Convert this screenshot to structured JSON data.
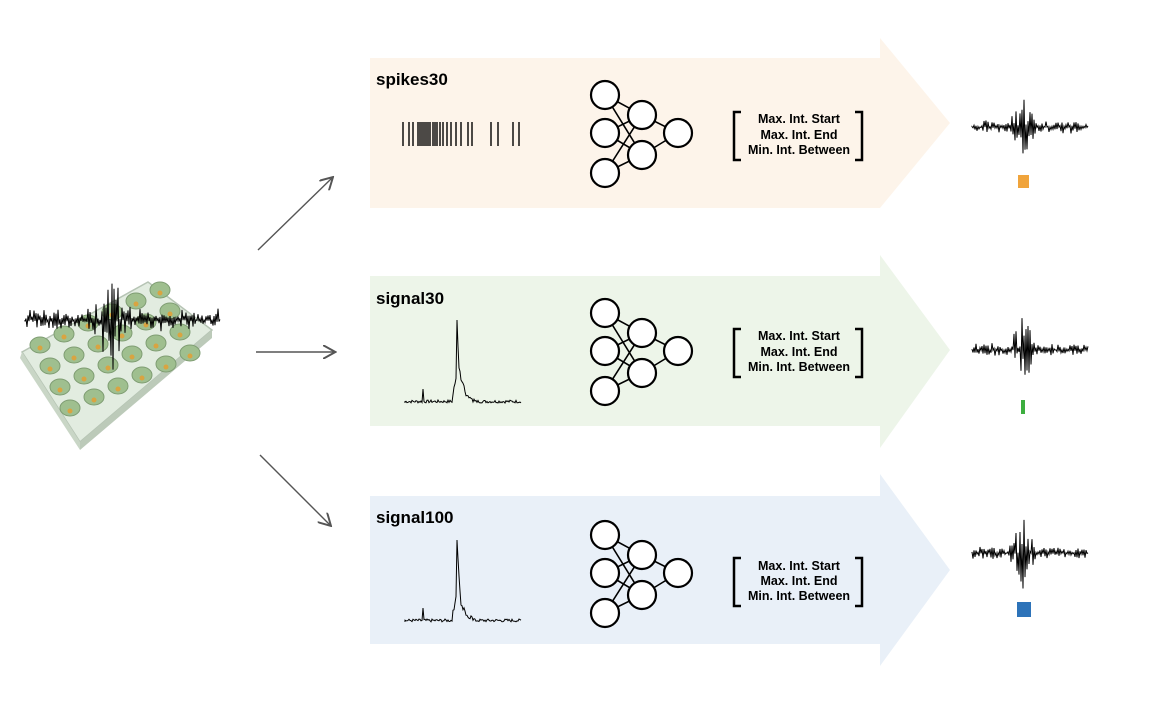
{
  "pipelines": [
    {
      "label": "spikes30",
      "input_kind": "spike-raster",
      "band_color": "#fdf4ea",
      "params": [
        "Max. Int. Start",
        "Max. Int. End",
        "Min. Int. Between"
      ],
      "output_marker_color": "#f0a43c",
      "output_marker_shape": "wide-bar"
    },
    {
      "label": "signal30",
      "input_kind": "signal-trace",
      "band_color": "#edf5e9",
      "params": [
        "Max. Int. Start",
        "Max. Int. End",
        "Min. Int. Between"
      ],
      "output_marker_color": "#3dae3f",
      "output_marker_shape": "thin-bar"
    },
    {
      "label": "signal100",
      "input_kind": "signal-trace",
      "band_color": "#e9f0f8",
      "params": [
        "Max. Int. Start",
        "Max. Int. End",
        "Min. Int. Between"
      ],
      "output_marker_color": "#2d73b9",
      "output_marker_shape": "square"
    }
  ],
  "icons": {
    "source": "multi-electrode-array-plate-icon",
    "network": "neural-network-icon",
    "output": "burst-trace-icon"
  }
}
